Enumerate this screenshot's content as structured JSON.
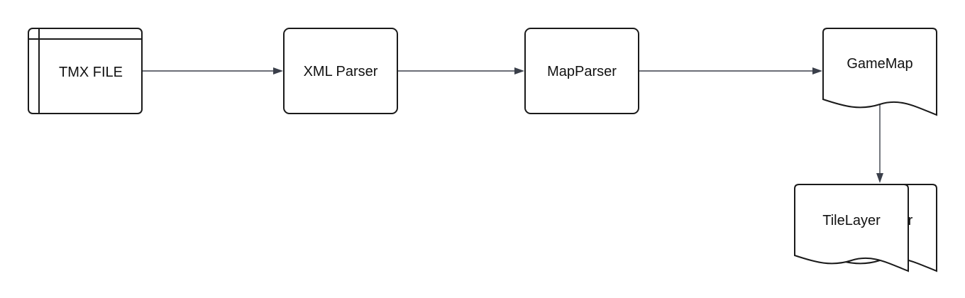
{
  "diagram": {
    "nodes": {
      "tmx_file": {
        "label": "TMX FILE",
        "shape": "internal-storage"
      },
      "xml_parser": {
        "label": "XML Parser",
        "shape": "process"
      },
      "map_parser": {
        "label": "MapParser",
        "shape": "process"
      },
      "game_map": {
        "label": "GameMap",
        "shape": "document"
      },
      "tile_layer": {
        "label": "TileLayer",
        "shape": "multi-document"
      },
      "tile_layer_back_fragment": {
        "label": "r"
      }
    },
    "edges": [
      {
        "from": "TMX FILE",
        "to": "XML Parser"
      },
      {
        "from": "XML Parser",
        "to": "MapParser"
      },
      {
        "from": "MapParser",
        "to": "GameMap"
      },
      {
        "from": "GameMap",
        "to": "TileLayer"
      }
    ],
    "colors": {
      "stroke": "#1a1a1a",
      "edge": "#3a3f4a",
      "fill": "#ffffff",
      "text": "#111111"
    }
  }
}
